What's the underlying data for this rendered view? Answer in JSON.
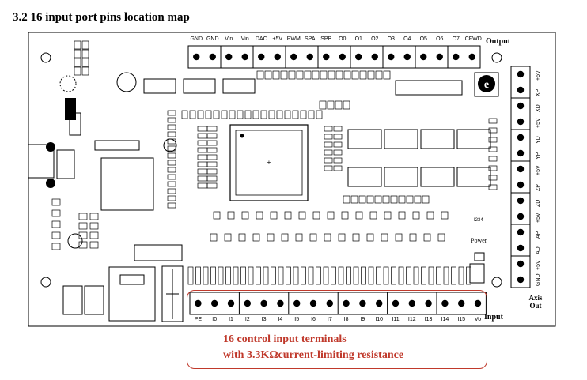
{
  "title": "3.2 16 input port pins location map",
  "output_label": "Output",
  "input_label": "Input",
  "axis_label": "Axis Out",
  "power_label": "Power",
  "chip_label": "I234",
  "output_pins": [
    "GND",
    "GND",
    "Vin",
    "Vin",
    "DAC",
    "+5V",
    "PWM",
    "SPA",
    "SPB",
    "O0",
    "O1",
    "O2",
    "O3",
    "O4",
    "O5",
    "O6",
    "O7",
    "CFWD"
  ],
  "input_pins": [
    "PE",
    "I0",
    "I1",
    "I2",
    "I3",
    "I4",
    "I5",
    "I6",
    "I7",
    "I8",
    "I9",
    "I10",
    "I11",
    "I12",
    "I13",
    "I14",
    "I15",
    "Vo"
  ],
  "axis_pins": [
    "+5V",
    "XP",
    "XD",
    "+5V",
    "YD",
    "YP",
    "+5V",
    "ZP",
    "ZD",
    "+5V",
    "AP",
    "AD",
    "+5V",
    "GND"
  ],
  "callout": {
    "line1": "16 control input terminals",
    "line2": "with 3.3KΩcurrent-limiting resistance",
    "color": "#c0392b"
  }
}
